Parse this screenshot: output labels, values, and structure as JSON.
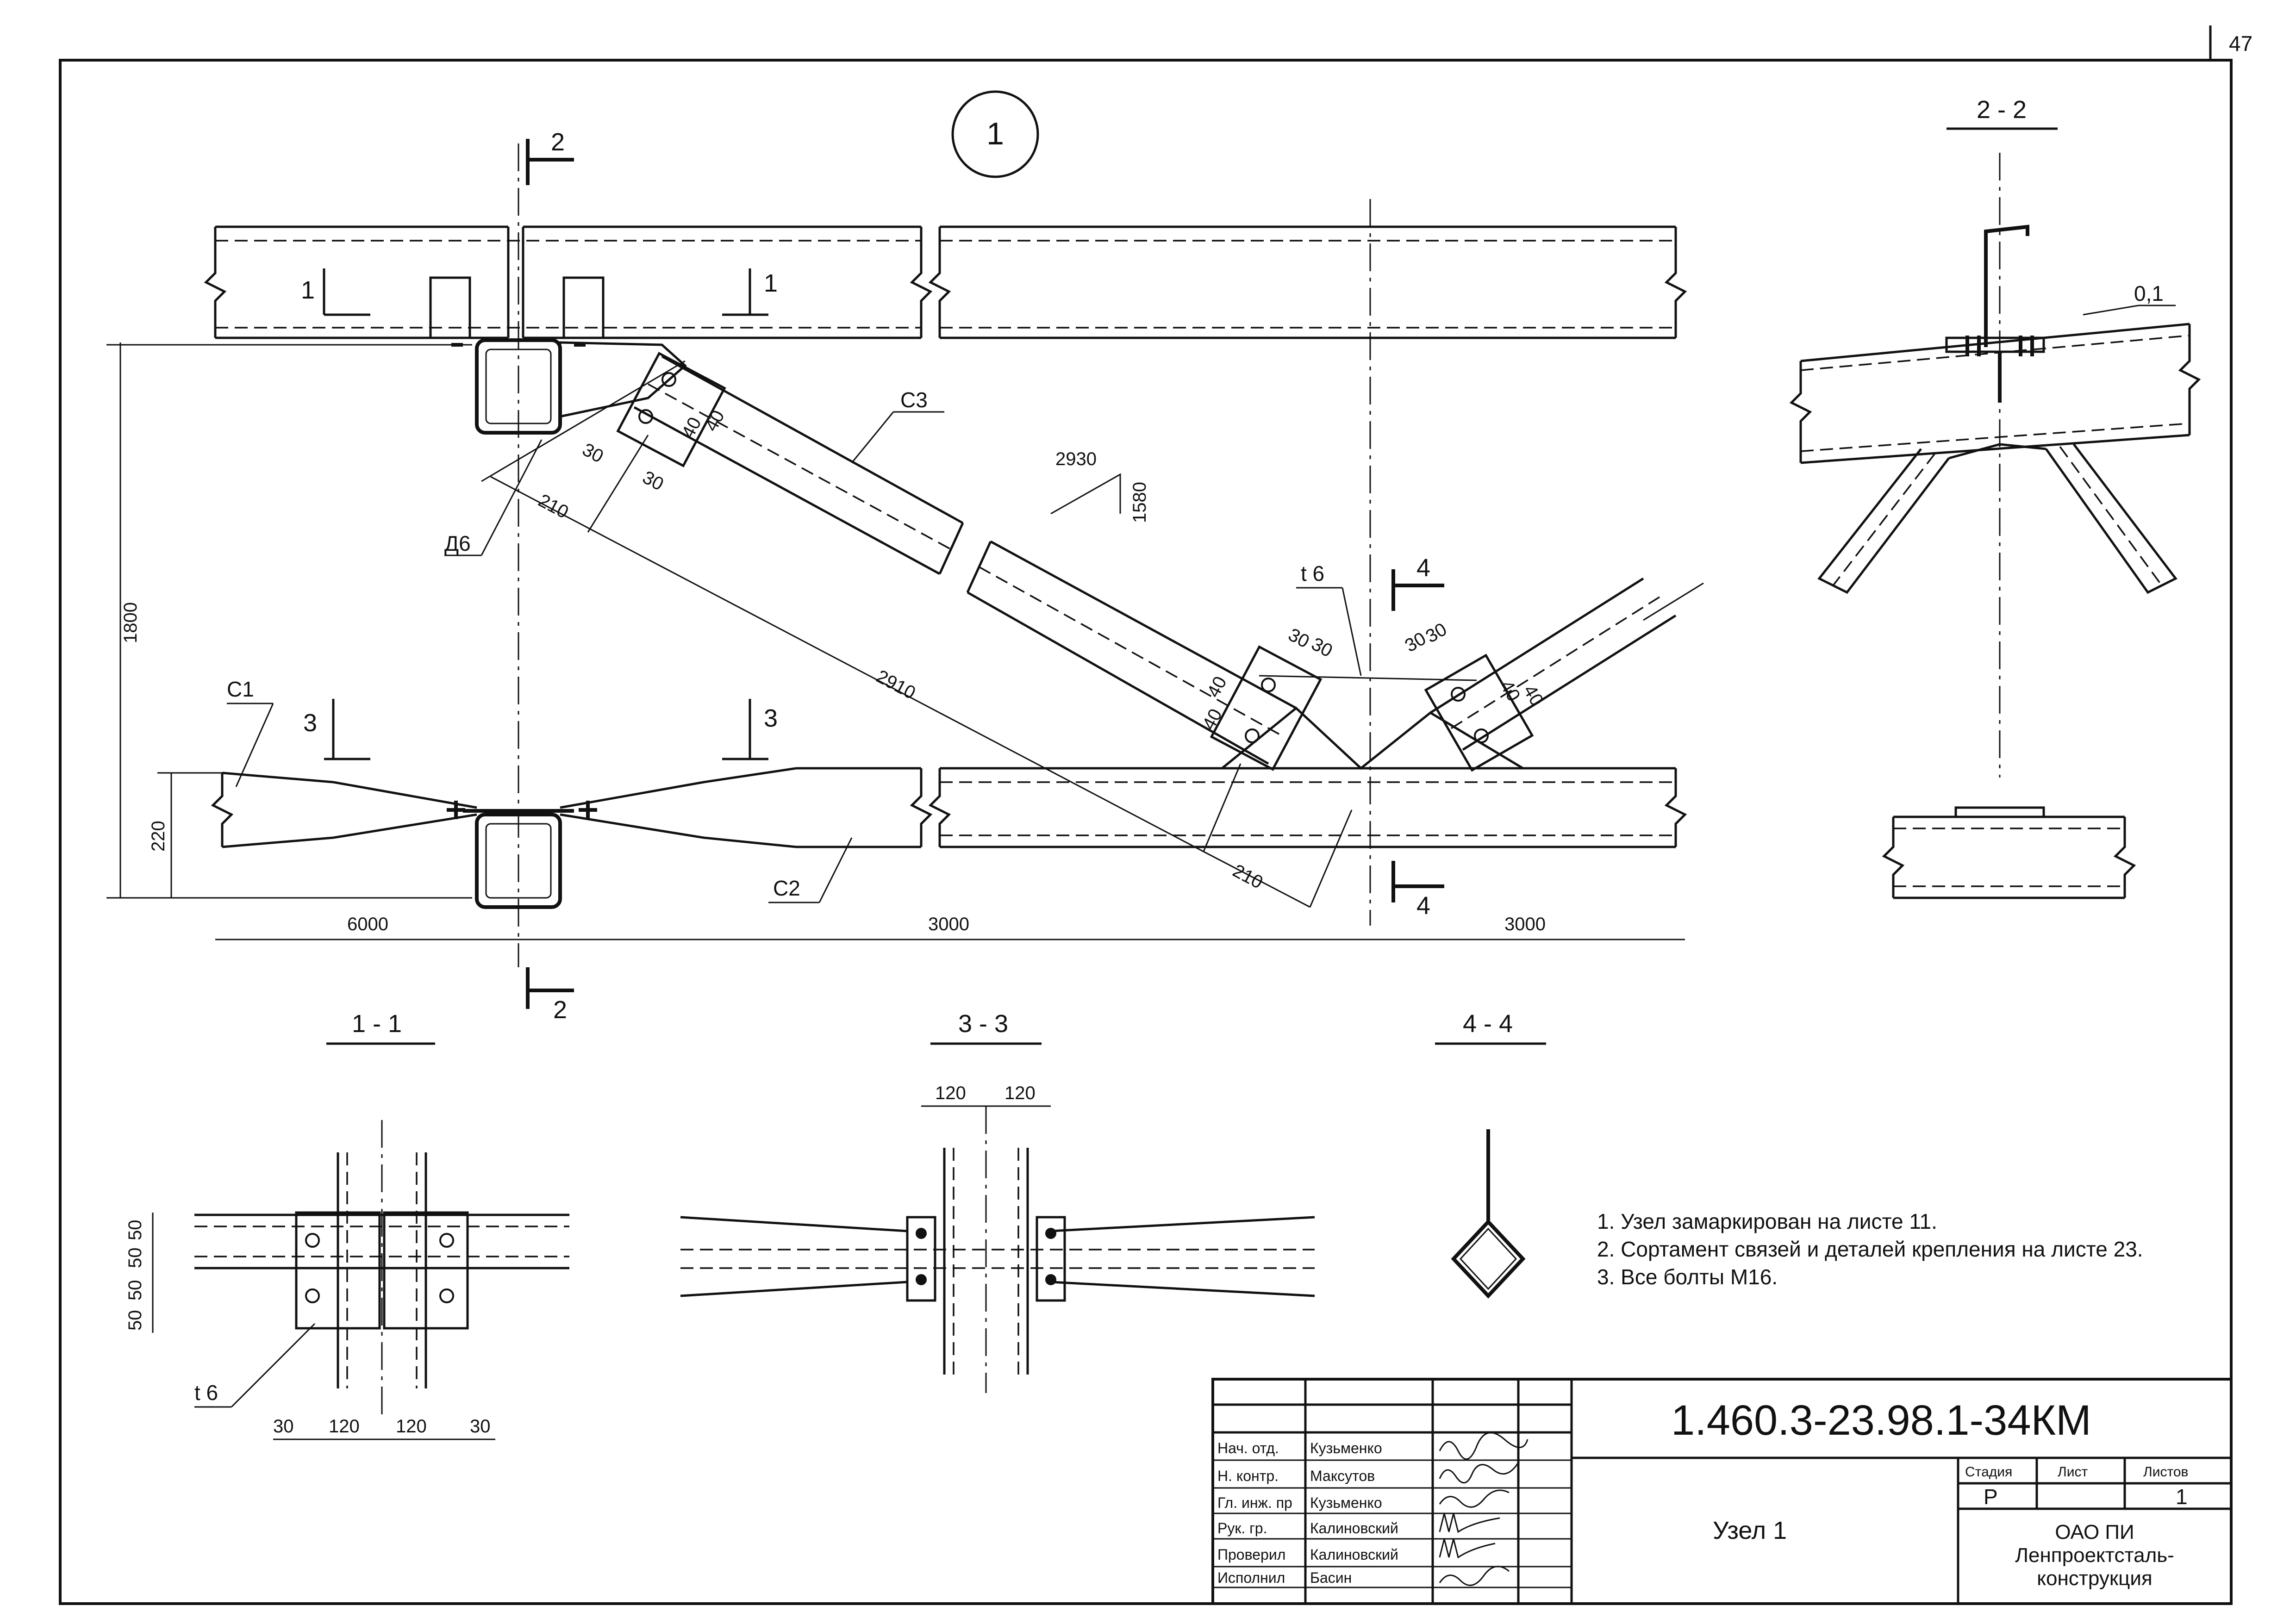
{
  "sheet_number": "47",
  "node_number": "1",
  "section_titles": {
    "s22": "2 - 2",
    "s11": "1 - 1",
    "s33": "3 - 3",
    "s44": "4 - 4"
  },
  "section_markers": {
    "two": "2",
    "one": "1",
    "three": "3",
    "four": "4"
  },
  "dimensions": {
    "h1800": "1800",
    "h220": "220",
    "w6000": "6000",
    "w3000a": "3000",
    "w3000b": "3000",
    "d2930": "2930",
    "d1580": "1580",
    "d2910": "2910",
    "d210a": "210",
    "d210b": "210",
    "d30": "30",
    "d40": "40",
    "d120": "120",
    "d50": "50",
    "d0_1": "0,1"
  },
  "parts": {
    "c1": "С1",
    "c2": "С2",
    "c3": "С3",
    "d6": "Д6",
    "t6a": "t 6",
    "t6b": "t 6"
  },
  "notes": [
    "1. Узел замаркирован на листе 11.",
    "2. Сортамент связей и деталей крепления на листе 23.",
    "3. Все болты М16."
  ],
  "title_block": {
    "code": "1.460.3-23.98.1-34КМ",
    "title": "Узел 1",
    "stage_label": "Стадия",
    "sheet_label": "Лист",
    "sheets_label": "Листов",
    "stage": "Р",
    "sheet": "",
    "sheets": "1",
    "org_line1": "ОАО ПИ",
    "org_line2": "Ленпроектсталь-",
    "org_line3": "конструкция",
    "roles": [
      {
        "role": "Нач. отд.",
        "name": "Кузьменко"
      },
      {
        "role": "Н. контр.",
        "name": "Максутов"
      },
      {
        "role": "Гл. инж. пр",
        "name": "Кузьменко"
      },
      {
        "role": "Рук. гр.",
        "name": "Калиновский"
      },
      {
        "role": "Проверил",
        "name": "Калиновский"
      },
      {
        "role": "Исполнил",
        "name": "Басин"
      }
    ]
  }
}
